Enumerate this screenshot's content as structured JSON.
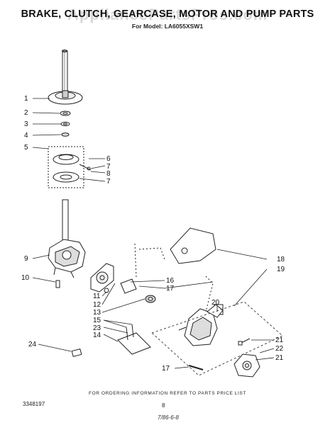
{
  "header": {
    "title": "BRAKE, CLUTCH, GEARCASE, MOTOR AND PUMP PARTS",
    "model": "For Model: LA6055XSW1",
    "watermark": "AppliancePartsPros.com"
  },
  "callouts": [
    "1",
    "2",
    "3",
    "4",
    "5",
    "6",
    "7",
    "8",
    "7",
    "9",
    "10",
    "11",
    "12",
    "13",
    "15",
    "23",
    "14",
    "24",
    "16",
    "17",
    "18",
    "19",
    "20",
    "21",
    "22",
    "21",
    "17"
  ],
  "footer": {
    "order_note": "FOR ORDERING INFORMATION REFER TO PARTS PRICE LIST",
    "ref_number": "3348197",
    "page_number": "8",
    "date_code": "7/86-6-8"
  }
}
